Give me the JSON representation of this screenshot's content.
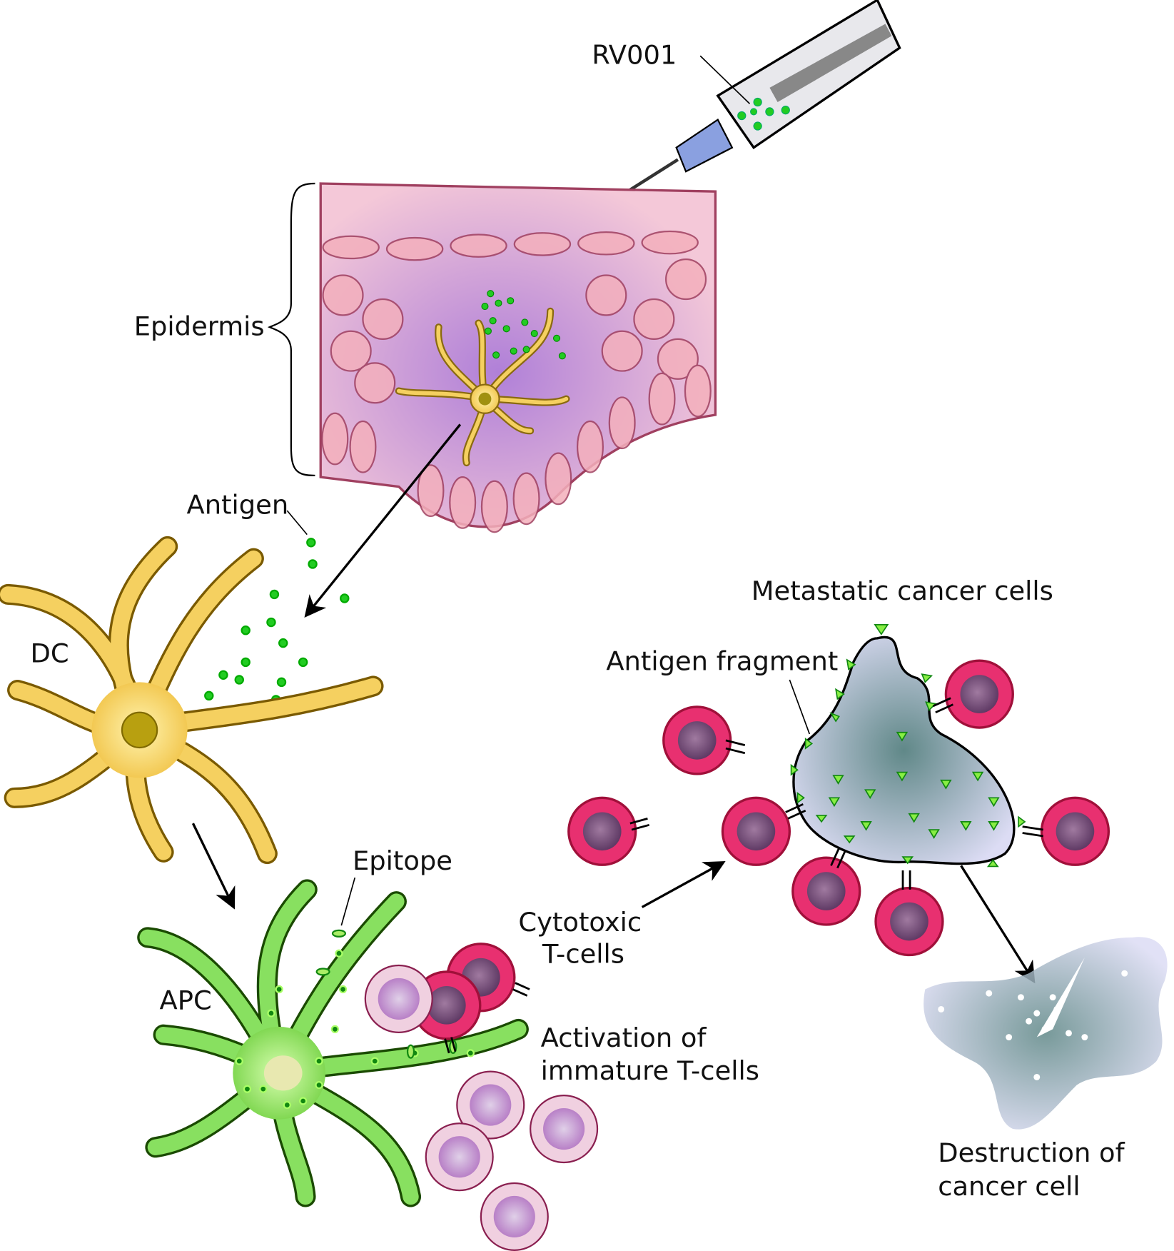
{
  "labels": {
    "rv001": "RV001",
    "epidermis": "Epidermis",
    "antigen": "Antigen",
    "dc": "DC",
    "apc": "APC",
    "epitope": "Epitope",
    "cytotoxic_line1": "Cytotoxic",
    "cytotoxic_line2": "T-cells",
    "activation_line1": "Activation of",
    "activation_line2": "immature T-cells",
    "metastatic": "Metastatic cancer cells",
    "antigen_fragment": "Antigen fragment",
    "destruction_line1": "Destruction of",
    "destruction_line2": "cancer cell"
  },
  "colors": {
    "antigen_green": "#22cc22",
    "dc_yellow": "#f5d060",
    "apc_green": "#88e060",
    "tcell_red": "#e83070",
    "tcell_nucleus": "#7a4a7a",
    "immature_pink": "#e8c0d8",
    "cancer_cell": "#c8cce8",
    "epidermis_pink": "#f0b0b8"
  }
}
